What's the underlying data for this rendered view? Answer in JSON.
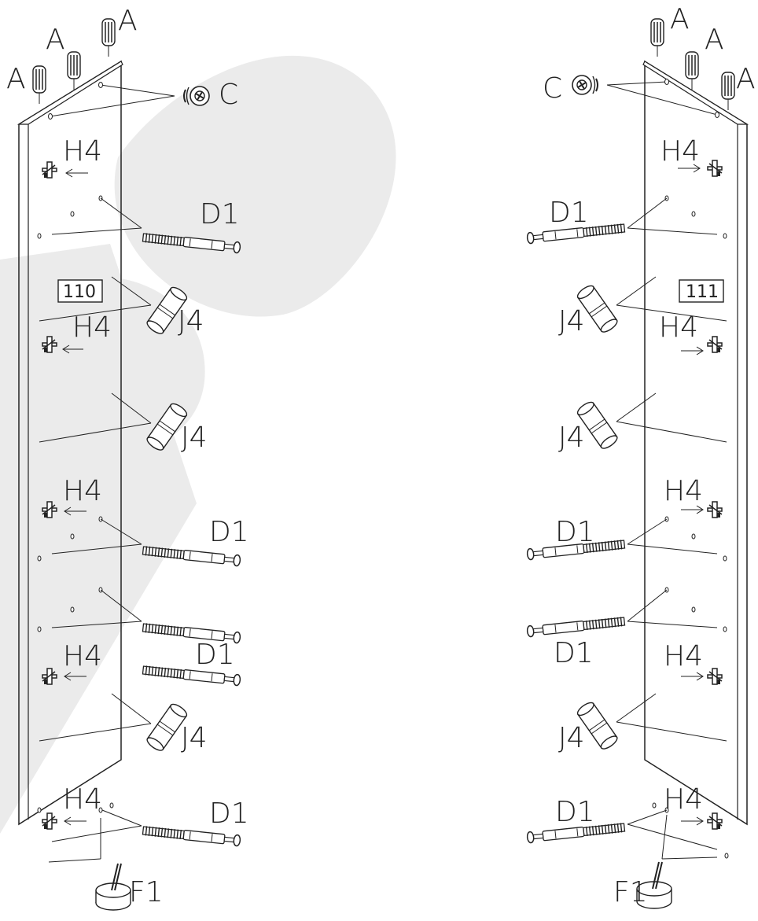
{
  "watermark_color": "#ebebeb",
  "line_color": "#222222",
  "left_panel": {
    "part_number": "110",
    "labels": {
      "a1": "A",
      "a2": "A",
      "a3": "A",
      "c": "C",
      "h4_1": "H4",
      "h4_2": "H4",
      "h4_3": "H4",
      "h4_4": "H4",
      "h4_5": "H4",
      "d1_1": "D1",
      "d1_2": "D1",
      "d1_3": "D1",
      "d1_4": "D1",
      "j4_1": "J4",
      "j4_2": "J4",
      "j4_3": "J4",
      "f1": "F1"
    }
  },
  "right_panel": {
    "part_number": "111",
    "labels": {
      "a1": "A",
      "a2": "A",
      "a3": "A",
      "c": "C",
      "h4_1": "H4",
      "h4_2": "H4",
      "h4_3": "H4",
      "h4_4": "H4",
      "h4_5": "H4",
      "d1_1": "D1",
      "d1_2": "D1",
      "d1_3": "D1",
      "d1_4": "D1",
      "j4_1": "J4",
      "j4_2": "J4",
      "j4_3": "J4",
      "f1": "F1"
    }
  }
}
